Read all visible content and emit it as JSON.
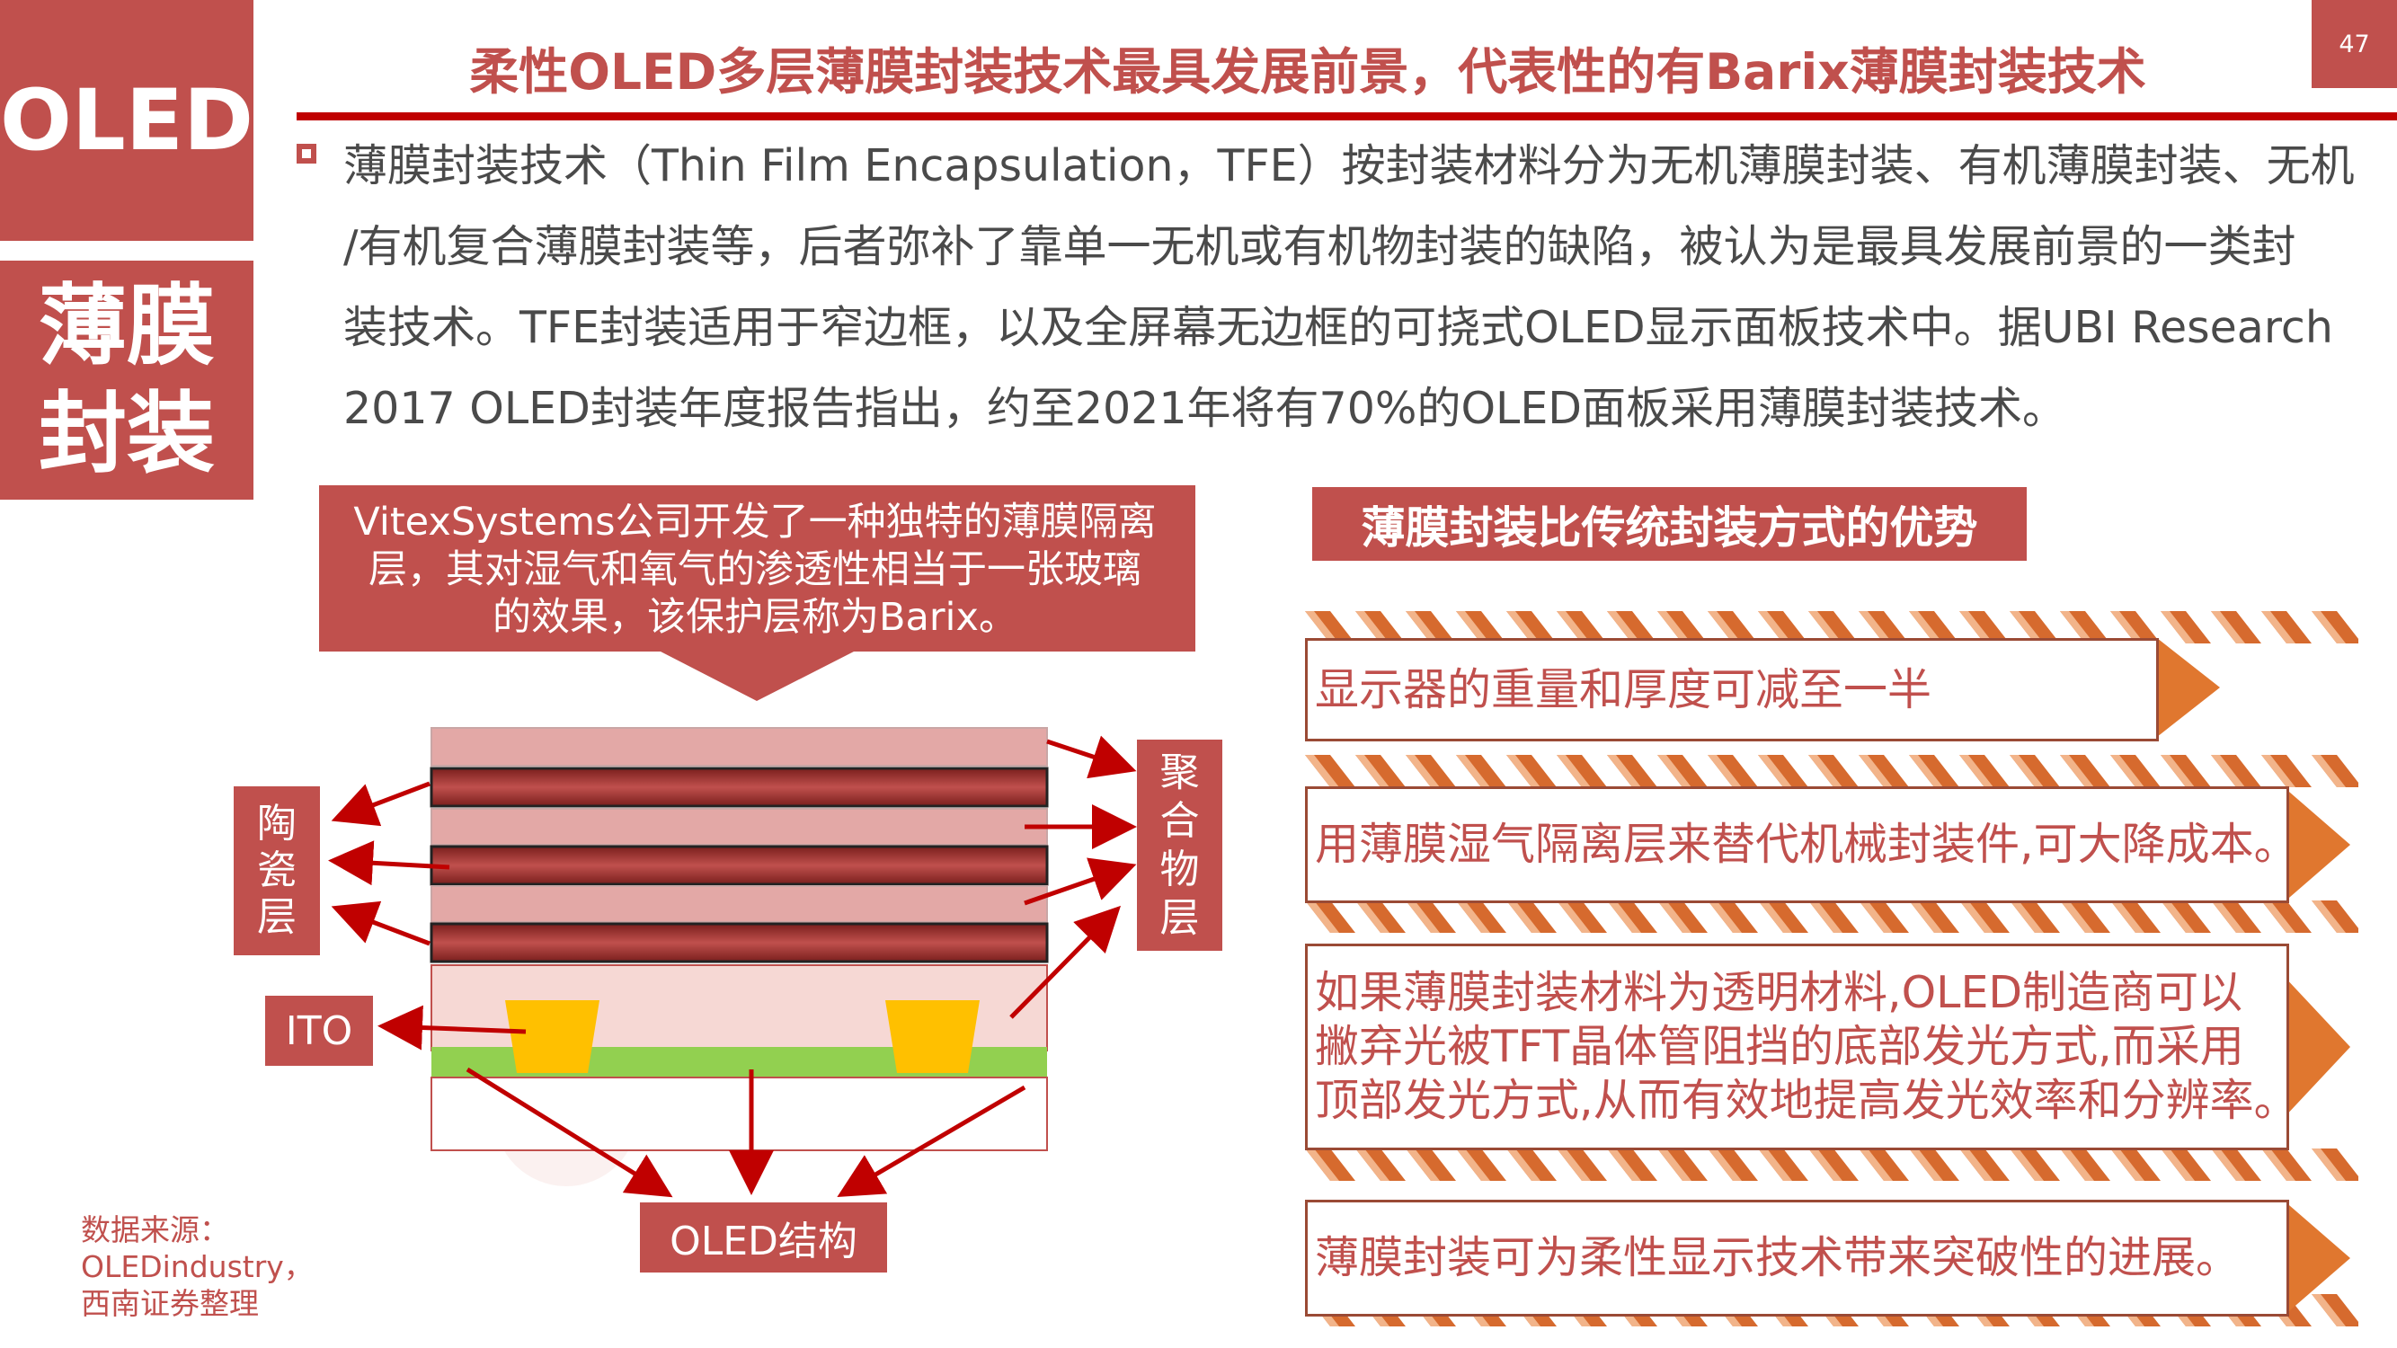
{
  "page": {
    "tab_top": "OLED",
    "tab_bottom": [
      "薄膜",
      "封装"
    ],
    "title": "柔性OLED多层薄膜封装技术最具发展前景，代表性的有Barix薄膜封装技术",
    "page_number": "47"
  },
  "intro": {
    "lines": [
      "薄膜封装技术（Thin Film Encapsulation，TFE）按封装材料分为无机薄膜封装、有机薄膜封装、无机",
      "/有机复合薄膜封装等，后者弥补了靠单一无机或有机物封装的缺陷，被认为是最具发展前景的一类封",
      "装技术。TFE封装适用于窄边框，以及全屏幕无边框的可挠式OLED显示面板技术中。据UBI Research",
      "2017 OLED封装年度报告指出，约至2021年将有70%的OLED面板采用薄膜封装技术。"
    ]
  },
  "diagram": {
    "callout_lines": [
      "VitexSystems公司开发了一种独特的薄膜隔离",
      "层，其对湿气和氧气的渗透性相当于一张玻璃",
      "的效果，该保护层称为Barix。"
    ],
    "label_ceramic": [
      "陶",
      "瓷",
      "层"
    ],
    "label_polymer": [
      "聚",
      "合",
      "物",
      "层"
    ],
    "label_ito": "ITO",
    "label_oled": "OLED结构"
  },
  "source": {
    "lines": [
      "数据来源：",
      "OLEDindustry，",
      "西南证券整理"
    ]
  },
  "advantages": {
    "heading": "薄膜封装比传统封装方式的优势",
    "items": [
      {
        "lines": [
          "显示器的重量和厚度可减至一半"
        ]
      },
      {
        "lines": [
          "用薄膜湿气隔离层来替代机械封装件,可大降成本。"
        ]
      },
      {
        "lines": [
          "如果薄膜封装材料为透明材料,OLED制造商可以",
          "撇弃光被TFT晶体管阻挡的底部发光方式,而采用",
          "顶部发光方式,从而有效地提高发光效率和分辨率。"
        ]
      },
      {
        "lines": [
          "薄膜封装可为柔性显示技术带来突破性的进展。"
        ]
      }
    ]
  },
  "colors": {
    "brand_red": "#c0504d",
    "rule_red": "#c00000",
    "chevron_orange": "#d66a2e",
    "layer_pink": "#e3a8a6",
    "layer_dark": "#a83a36",
    "ito_gold": "#ffc000",
    "organic_green": "#92d050"
  }
}
